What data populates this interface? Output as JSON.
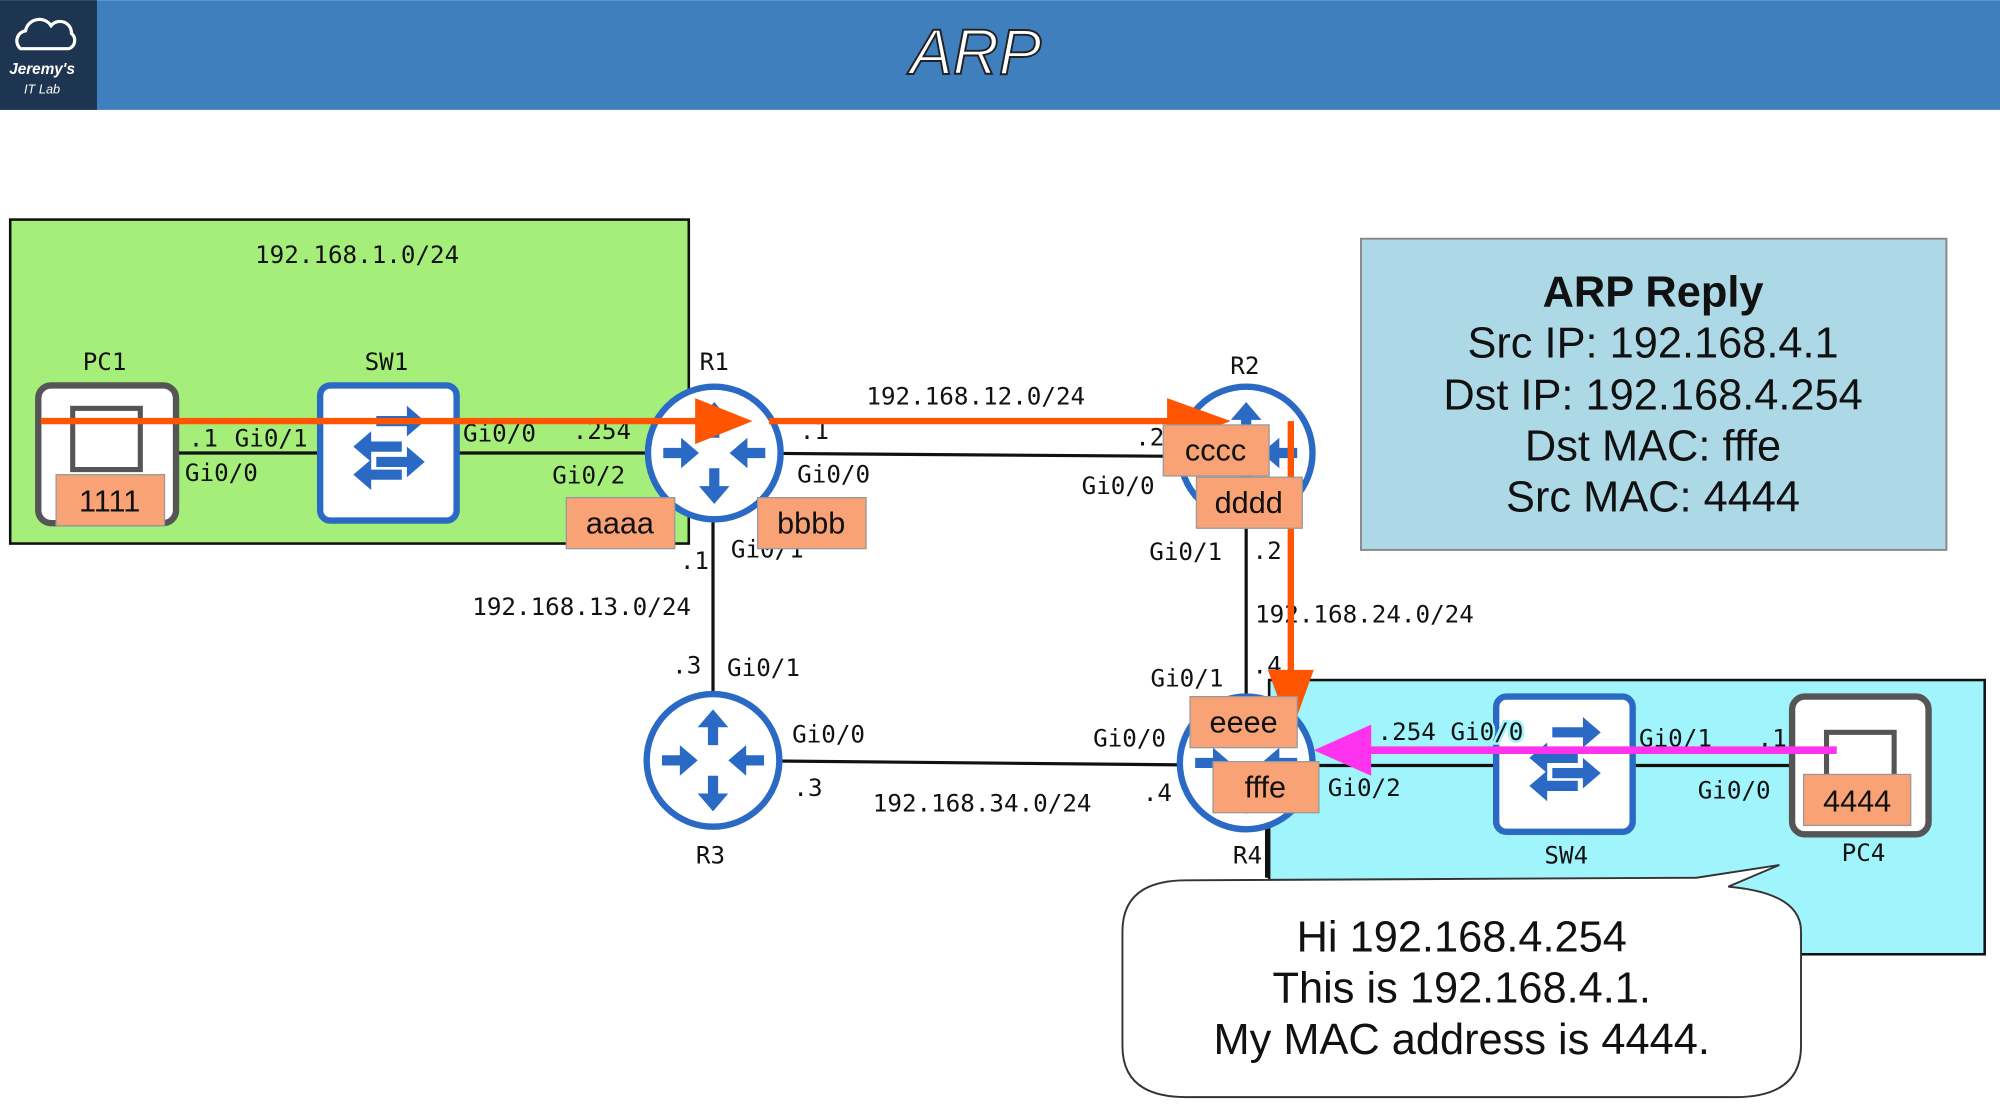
{
  "header": {
    "title": "ARP",
    "logo_text": "Jeremy's IT Lab",
    "logo_line1": "Jeremy's",
    "logo_line2": "IT Lab",
    "bg_color": "#3f7fbd",
    "logo_bg": "#1d3550"
  },
  "networks": {
    "lan1": "192.168.1.0/24",
    "r1_r2": "192.168.12.0/24",
    "r1_r3": "192.168.13.0/24",
    "r2_r4": "192.168.24.0/24",
    "r3_r4": "192.168.34.0/24"
  },
  "devices": {
    "pc1": "PC1",
    "sw1": "SW1",
    "r1": "R1",
    "r2": "R2",
    "r3": "R3",
    "r4": "R4",
    "sw4": "SW4",
    "pc4": "PC4"
  },
  "interfaces": {
    "pc1_ip": ".1",
    "sw1_gi01": "Gi0/1",
    "pc1_gi00": "Gi0/0",
    "sw1_gi00": "Gi0/0",
    "r1_lan_ip": ".254",
    "r1_gi02": "Gi0/2",
    "r1_r2_ip": ".1",
    "r1_gi00": "Gi0/0",
    "r2_r1_ip": ".2",
    "r2_gi00": "Gi0/0",
    "r1_r3_ip": ".1",
    "r1_gi01": "Gi0/1",
    "r3_r1_ip": ".3",
    "r3_gi01": "Gi0/1",
    "r2_gi01": "Gi0/1",
    "r2_r4_ip": ".2",
    "r4_gi01": "Gi0/1",
    "r4_r2_ip": ".4",
    "r3_gi00": "Gi0/0",
    "r3_r4_ip": ".3",
    "r4_gi00": "Gi0/0",
    "r4_r3_ip": ".4",
    "r4_lan_ip_if": ".254 Gi0/0",
    "r4_gi02": "Gi0/2",
    "sw4_gi01": "Gi0/1",
    "pc4_ip": ".1",
    "pc4_gi00": "Gi0/0"
  },
  "macs": {
    "pc1": "1111",
    "r1_gi02": "aaaa",
    "r1_gi00": "bbbb",
    "r2_gi00": "cccc",
    "r2_gi01": "dddd",
    "r4_gi01": "eeee",
    "r4_gi02": "fffe",
    "pc4": "4444"
  },
  "arp_box": {
    "title": "ARP Reply",
    "lines": [
      "Src IP: 192.168.4.1",
      "Dst IP: 192.168.4.254",
      "Dst MAC: fffe",
      "Src MAC: 4444"
    ]
  },
  "speech": {
    "lines": [
      "Hi 192.168.4.254",
      "This is 192.168.4.1.",
      "My MAC address is 4444."
    ]
  },
  "colors": {
    "lan1": "#a6ee7a",
    "lan4": "#a0f4fc",
    "arp_box": "#add8e6",
    "mac_label": "#f9a276",
    "device": "#2a6ac4",
    "previous_path": "#ff5500",
    "reply_arrow": "#ff33ee"
  }
}
